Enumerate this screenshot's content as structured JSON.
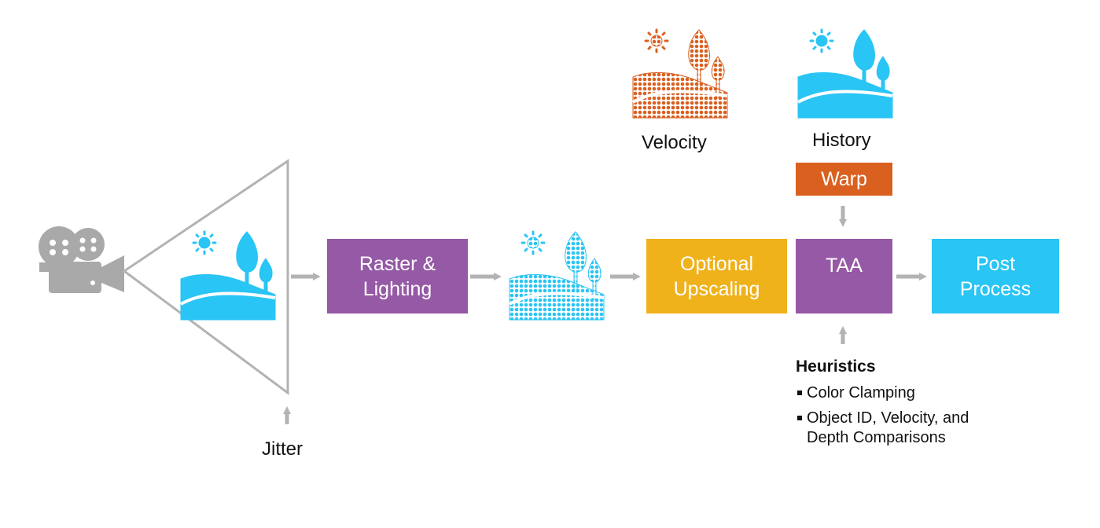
{
  "diagram": {
    "boxes": {
      "raster": {
        "label": "Raster &\nLighting",
        "color": "#9659a6"
      },
      "upscaling": {
        "label": "Optional\nUpscaling",
        "color": "#efb21b"
      },
      "taa": {
        "label": "TAA",
        "color": "#9659a6"
      },
      "post": {
        "label": "Post\nProcess",
        "color": "#29c5f4"
      },
      "warp": {
        "label": "Warp",
        "color": "#d9601f"
      }
    },
    "labels": {
      "velocity": "Velocity",
      "history": "History",
      "jitter": "Jitter"
    },
    "heuristics": {
      "title": "Heuristics",
      "items": [
        "Color Clamping",
        "Object ID, Velocity, and\nDepth Comparisons"
      ]
    },
    "colors": {
      "camera": "#a9a9a9",
      "frustum": "#b3b3b3",
      "arrow": "#b3b3b3",
      "scene_blue": "#29c5f4",
      "scene_orange": "#d9601f"
    },
    "icons": {
      "camera": "movie-camera-icon",
      "scene": "landscape-icon"
    }
  }
}
